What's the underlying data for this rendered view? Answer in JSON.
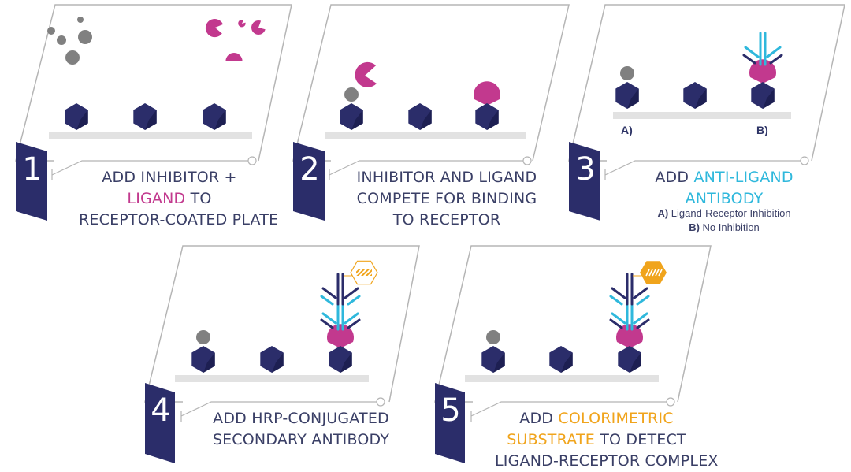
{
  "colors": {
    "receptor": "#2b2d6a",
    "receptor_shade": "#1d1f52",
    "ligand": "#c2398e",
    "ligand_text": "#c2398e",
    "inhibitor": "#808080",
    "antibody_light": "#2fb8dc",
    "antibody_dark": "#2b2d6a",
    "hrp": "#f0a41c",
    "text": "#3a3f66",
    "frame": "#b5b5b5",
    "plate": "#e2e2e2"
  },
  "steps": [
    {
      "number": "1",
      "caption": [
        [
          {
            "t": "ADD "
          },
          {
            "t": "INHIBITOR +",
            "c": "#3a3f66"
          }
        ],
        [
          {
            "t": "LIGAND",
            "c": "#c2398e"
          },
          {
            "t": " TO"
          }
        ],
        [
          {
            "t": "RECEPTOR-COATED PLATE"
          }
        ]
      ]
    },
    {
      "number": "2",
      "caption": [
        [
          {
            "t": "INHIBITOR AND LIGAND"
          }
        ],
        [
          {
            "t": "COMPETE FOR BINDING"
          }
        ],
        [
          {
            "t": "TO RECEPTOR"
          }
        ]
      ]
    },
    {
      "number": "3",
      "caption": [
        [
          {
            "t": "ADD "
          },
          {
            "t": "ANTI-LIGAND",
            "c": "#2fb8dc"
          }
        ],
        [
          {
            "t": "ANTIBODY",
            "c": "#2fb8dc"
          }
        ]
      ],
      "notes": [
        {
          "label": "A)",
          "text": " Ligand-Receptor Inhibition"
        },
        {
          "label": "B)",
          "text": " No Inhibition"
        }
      ],
      "well_labels": [
        "A)",
        "B)"
      ]
    },
    {
      "number": "4",
      "caption": [
        [
          {
            "t": "ADD HRP-CONJUGATED"
          }
        ],
        [
          {
            "t": "SECONDARY ANTIBODY"
          }
        ]
      ]
    },
    {
      "number": "5",
      "caption": [
        [
          {
            "t": "ADD "
          },
          {
            "t": "COLORIMETRIC",
            "c": "#f0a41c"
          }
        ],
        [
          {
            "t": "SUBSTRATE",
            "c": "#f0a41c"
          },
          {
            "t": " TO DETECT"
          }
        ],
        [
          {
            "t": "LIGAND-RECEPTOR COMPLEX"
          }
        ]
      ]
    }
  ]
}
